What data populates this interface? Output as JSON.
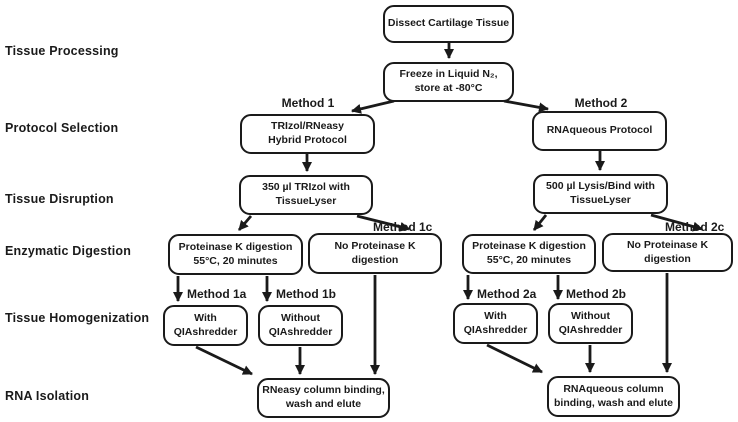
{
  "figure": {
    "type": "flowchart",
    "title": "RNA isolation method comparison flowchart"
  },
  "colors": {
    "background": "#ffffff",
    "line": "#1a1a1a",
    "text": "#1a1a1a",
    "box_fill": "#ffffff"
  },
  "row_labels": {
    "tissue_processing": "Tissue Processing",
    "protocol_selection": "Protocol Selection",
    "tissue_disruption": "Tissue Disruption",
    "enzymatic_digestion": "Enzymatic Digestion",
    "tissue_homogenization": "Tissue Homogenization",
    "rna_isolation": "RNA Isolation"
  },
  "method_labels": {
    "m1": "Method 1",
    "m2": "Method 2",
    "m1a": "Method 1a",
    "m1b": "Method 1b",
    "m1c": "Method 1c",
    "m2a": "Method 2a",
    "m2b": "Method 2b",
    "m2c": "Method 2c"
  },
  "boxes": {
    "dissect": {
      "line1": "Dissect Cartilage Tissue"
    },
    "freeze": {
      "line1": "Freeze in Liquid N₂,",
      "line2": "store at -80°C"
    },
    "m1_protocol": {
      "line1": "TRIzol/RNeasy",
      "line2": "Hybrid Protocol"
    },
    "m2_protocol": {
      "line1": "RNAqueous Protocol"
    },
    "m1_disruption": {
      "line1": "350 µl TRIzol with",
      "line2": "TissueLyser"
    },
    "m2_disruption": {
      "line1": "500 µl Lysis/Bind with",
      "line2": "TissueLyser"
    },
    "m1_protk": {
      "line1": "Proteinase K digestion",
      "line2": "55°C, 20 minutes"
    },
    "m1_noprotk": {
      "line1": "No Proteinase K",
      "line2": "digestion"
    },
    "m2_protk": {
      "line1": "Proteinase K digestion",
      "line2": "55°C, 20 minutes"
    },
    "m2_noprotk": {
      "line1": "No Proteinase K",
      "line2": "digestion"
    },
    "m1_with": {
      "line1": "With",
      "line2": "QIAshredder"
    },
    "m1_without": {
      "line1": "Without",
      "line2": "QIAshredder"
    },
    "m2_with": {
      "line1": "With",
      "line2": "QIAshredder"
    },
    "m2_without": {
      "line1": "Without",
      "line2": "QIAshredder"
    },
    "m1_rna": {
      "line1": "RNeasy column binding,",
      "line2": "wash and elute"
    },
    "m2_rna": {
      "line1": "RNAqueous column",
      "line2": "binding, wash and elute"
    }
  },
  "flow": {
    "edges": [
      "dissect -> freeze",
      "freeze -> m1_protocol",
      "freeze -> m2_protocol",
      "m1_protocol -> m1_disruption",
      "m2_protocol -> m2_disruption",
      "m1_disruption -> m1_protk",
      "m1_disruption -> m1_noprotk (Method 1c)",
      "m2_disruption -> m2_protk",
      "m2_disruption -> m2_noprotk (Method 2c)",
      "m1_protk -> m1_with (Method 1a)",
      "m1_protk -> m1_without (Method 1b)",
      "m2_protk -> m2_with (Method 2a)",
      "m2_protk -> m2_without (Method 2b)",
      "m1_with -> m1_rna",
      "m1_without -> m1_rna",
      "m1_noprotk -> m1_rna",
      "m2_with -> m2_rna",
      "m2_without -> m2_rna",
      "m2_noprotk -> m2_rna"
    ]
  }
}
